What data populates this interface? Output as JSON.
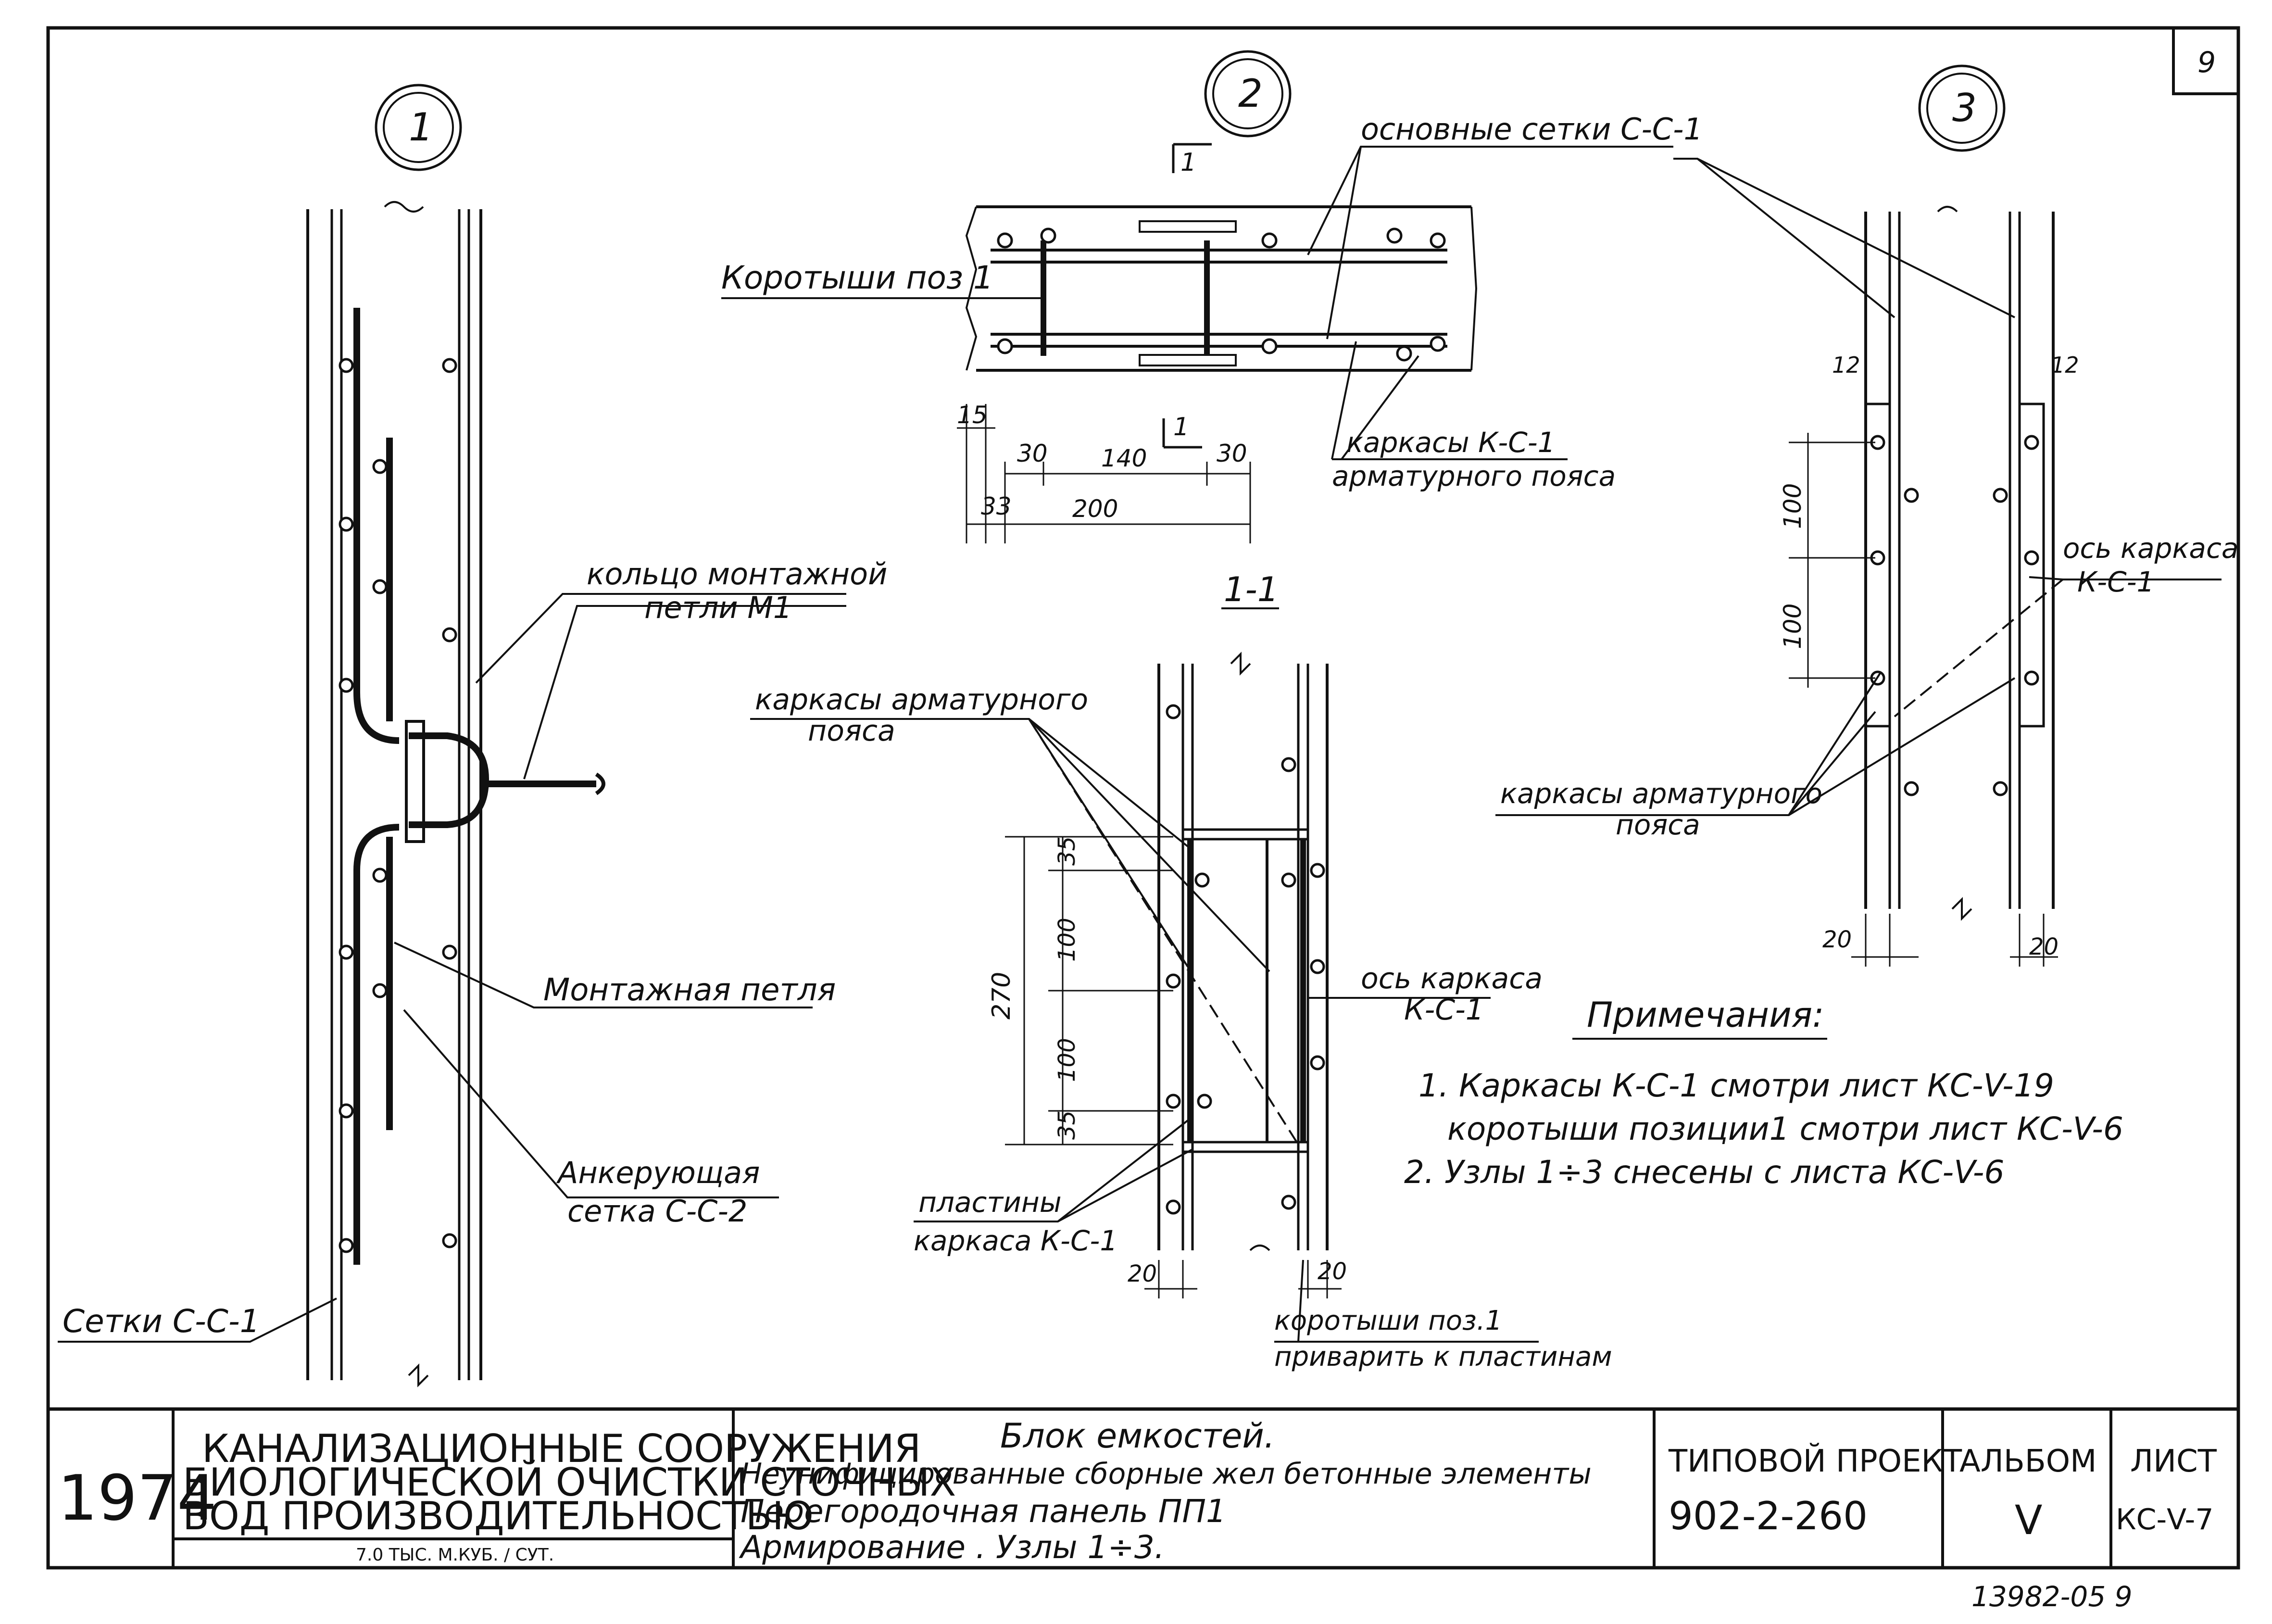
{
  "sheet_corner": "9",
  "node_labels": [
    "1",
    "2",
    "3"
  ],
  "node1": {
    "label_ring": "кольцо монтажной",
    "label_ring2": "петли М1",
    "label_loop": "Монтажная петля",
    "label_anchor": "Анкерующая",
    "label_anchor2": "сетка С-С-2",
    "label_mesh": "Сетки С-С-1"
  },
  "node2": {
    "label_main_mesh": "основные сетки С-С-1",
    "label_short": "Коротыши поз 1",
    "label_frames": "каркасы К-С-1",
    "label_frames2": "арматурного пояса",
    "section_mark": "1",
    "dim_15": "15",
    "dim_30a": "30",
    "dim_140": "140",
    "dim_30b": "30",
    "dim_33": "33",
    "dim_200": "200"
  },
  "section11": {
    "title": "1-1",
    "label_frames": "каркасы арматурного",
    "label_frames2": "пояса",
    "label_axis": "ось каркаса",
    "label_axis2": "К-С-1",
    "label_plates": "пластины",
    "label_plates2": "каркаса К-С-1",
    "label_short": "коротыши поз.1",
    "label_short2": "приварить к пластинам",
    "dim_35a": "35",
    "dim_100a": "100",
    "dim_100b": "100",
    "dim_35b": "35",
    "dim_270": "270",
    "dim_20a": "20",
    "dim_20b": "20"
  },
  "node3": {
    "label_axis": "ось каркаса",
    "label_axis2": "К-С-1",
    "label_frames": "каркасы арматурного",
    "label_frames2": "пояса",
    "dim_12a": "12",
    "dim_12b": "12",
    "dim_100a": "100",
    "dim_100b": "100",
    "dim_20a": "20",
    "dim_20b": "20"
  },
  "notes": {
    "title": "Примечания:",
    "line1": "1. Каркасы К-С-1  смотри лист КС-V-19",
    "line2": "коротыши  позиции1 смотри лист КС-V-6",
    "line3": "2. Узлы 1÷3  снесены  с  листа КС-V-6"
  },
  "title_block": {
    "year": "1974",
    "org_line1": "КАНАЛИЗАЦИОННЫЕ   СООРУЖЕНИЯ",
    "org_line2": "БИОЛОГИЧЕСКОЙ ОЧИСТКИ СТОЧНЫХ",
    "org_line3": "ВОД    ПРОИЗВОДИТЕЛЬНОСТЬЮ",
    "capacity": "7.0 ТЫС. М.КУБ. / СУТ.",
    "desc_line1": "Блок  емкостей.",
    "desc_line2": "Неунифицированные сборные жел бетонные элементы",
    "desc_line3": "Перегородочная  панель ПП1",
    "desc_line4": "Армирование .  Узлы 1÷3.",
    "project_label": "ТИПОВОЙ ПРОЕКТ",
    "project_number": "902-2-260",
    "album_label": "АЛЬБОМ",
    "album_number": "V",
    "sheet_label": "ЛИСТ",
    "sheet_number": "КС-V-7"
  },
  "footer_code": "13982-05  9"
}
